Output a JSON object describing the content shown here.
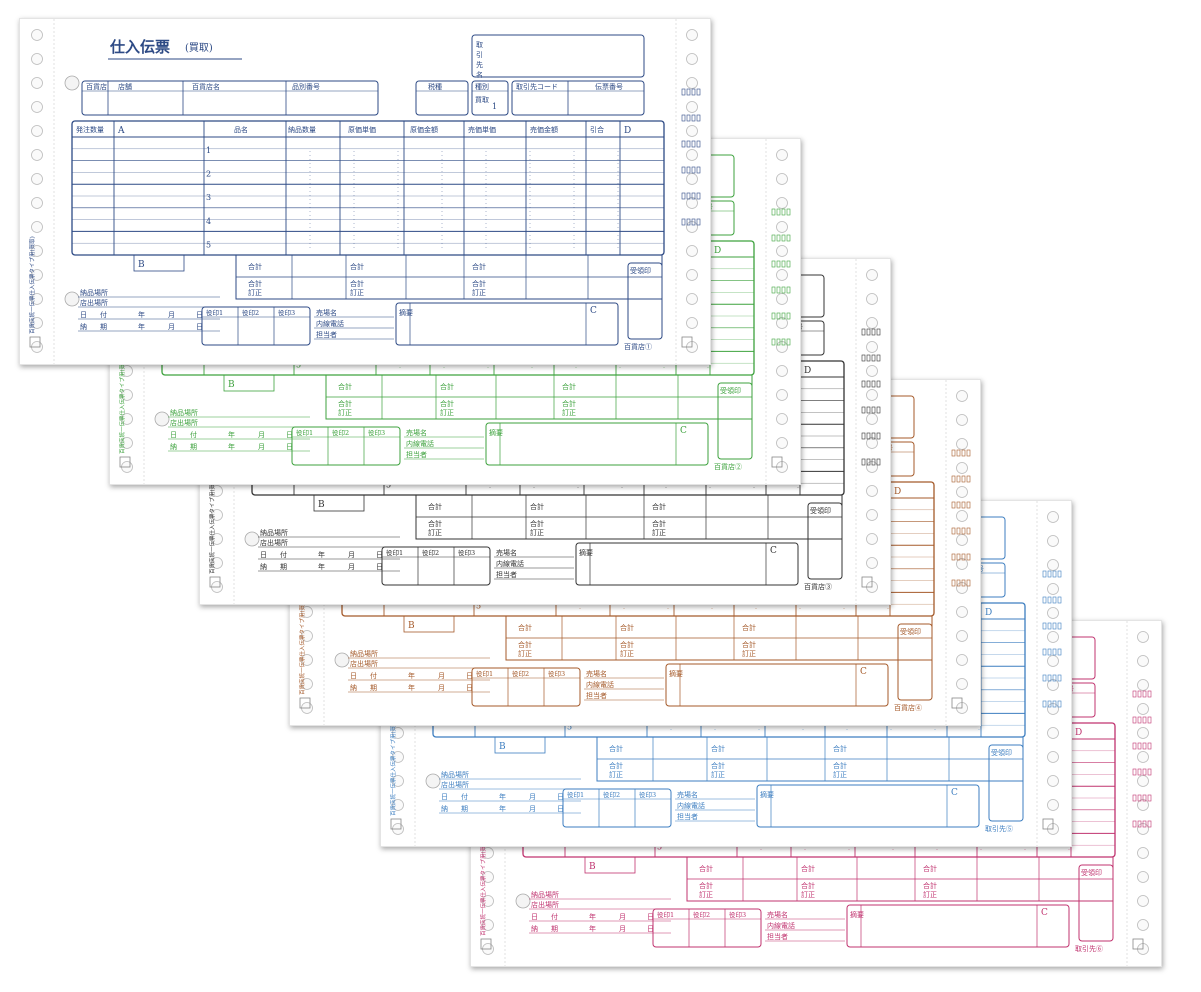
{
  "sheets": [
    {
      "color": "#2d4a85",
      "copy": "百貨店①",
      "title": "仕入伝票",
      "title_sub": "(買取)"
    },
    {
      "color": "#3da23d",
      "copy": "百貨店②"
    },
    {
      "color": "#333333",
      "copy": "百貨店③"
    },
    {
      "color": "#a55a2a",
      "copy": "百貨店④"
    },
    {
      "color": "#3d7ec0",
      "copy": "取引先⑤"
    },
    {
      "color": "#c0336f",
      "copy": "取引先⑥"
    }
  ],
  "labels": {
    "dept_store": "百貨店",
    "store": "店舗",
    "dept_store_name": "百貨店名",
    "item_code": "品別番号",
    "tax_class": "税種",
    "kind": "種別",
    "kind_value": "買取",
    "kind_no": "1",
    "supplier_code": "取引先コード",
    "slip_no": "伝票番号",
    "supplier_box": "取引先名",
    "order_qty": "発注数量",
    "col_a": "A",
    "item_name": "品名",
    "delivered_qty": "納品数量",
    "cost_unit": "原価単価",
    "cost_amount": "原価金額",
    "sell_unit": "売価単価",
    "sell_amount": "売価金額",
    "discount": "引合",
    "col_d": "D",
    "rows": [
      "1",
      "2",
      "3",
      "4",
      "5"
    ],
    "col_b": "B",
    "total": "合計",
    "correction": "訂正",
    "col_c": "C",
    "delivery_place": "納品場所",
    "store_place": "店出場所",
    "date_row": [
      "日",
      "付",
      "年",
      "月",
      "日"
    ],
    "due_row": [
      "納",
      "期",
      "年",
      "月",
      "日"
    ],
    "stamps": [
      "役印1",
      "役印2",
      "役印3"
    ],
    "sales_floor": "売場名",
    "extension": "内線電話",
    "person": "担当者",
    "summary": "摘要",
    "receipt_stamp": "受領印",
    "side_text": "百貨店統一伝票仕入伝票タイプ用(買取)"
  }
}
